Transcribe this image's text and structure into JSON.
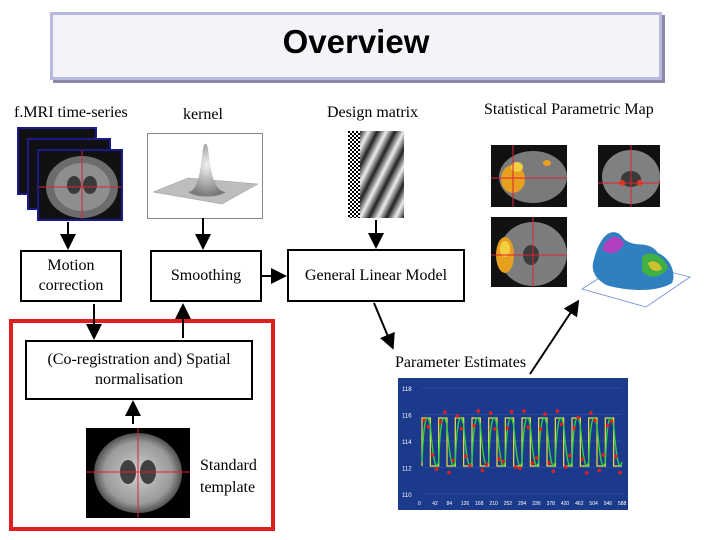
{
  "title": "Overview",
  "labels": {
    "fmri": "f.MRI time-series",
    "kernel": "kernel",
    "design": "Design matrix",
    "spm": "Statistical Parametric Map",
    "motion": "Motion\ncorrection",
    "smoothing": "Smoothing",
    "glm": "General Linear Model",
    "coreg": "(Co-registration and) Spatial\nnormalisation",
    "params": "Parameter Estimates",
    "template": "Standard\ntemplate"
  },
  "colors": {
    "frame": "#e02020",
    "title_border": "#b9b9e0"
  },
  "param_chart": {
    "y_ticks": [
      "118",
      "116",
      "114",
      "112",
      "110"
    ],
    "x_ticks": [
      "0",
      "42",
      "84",
      "126",
      "168",
      "210",
      "252",
      "294",
      "336",
      "378",
      "420",
      "462",
      "504",
      "546",
      "588"
    ]
  }
}
